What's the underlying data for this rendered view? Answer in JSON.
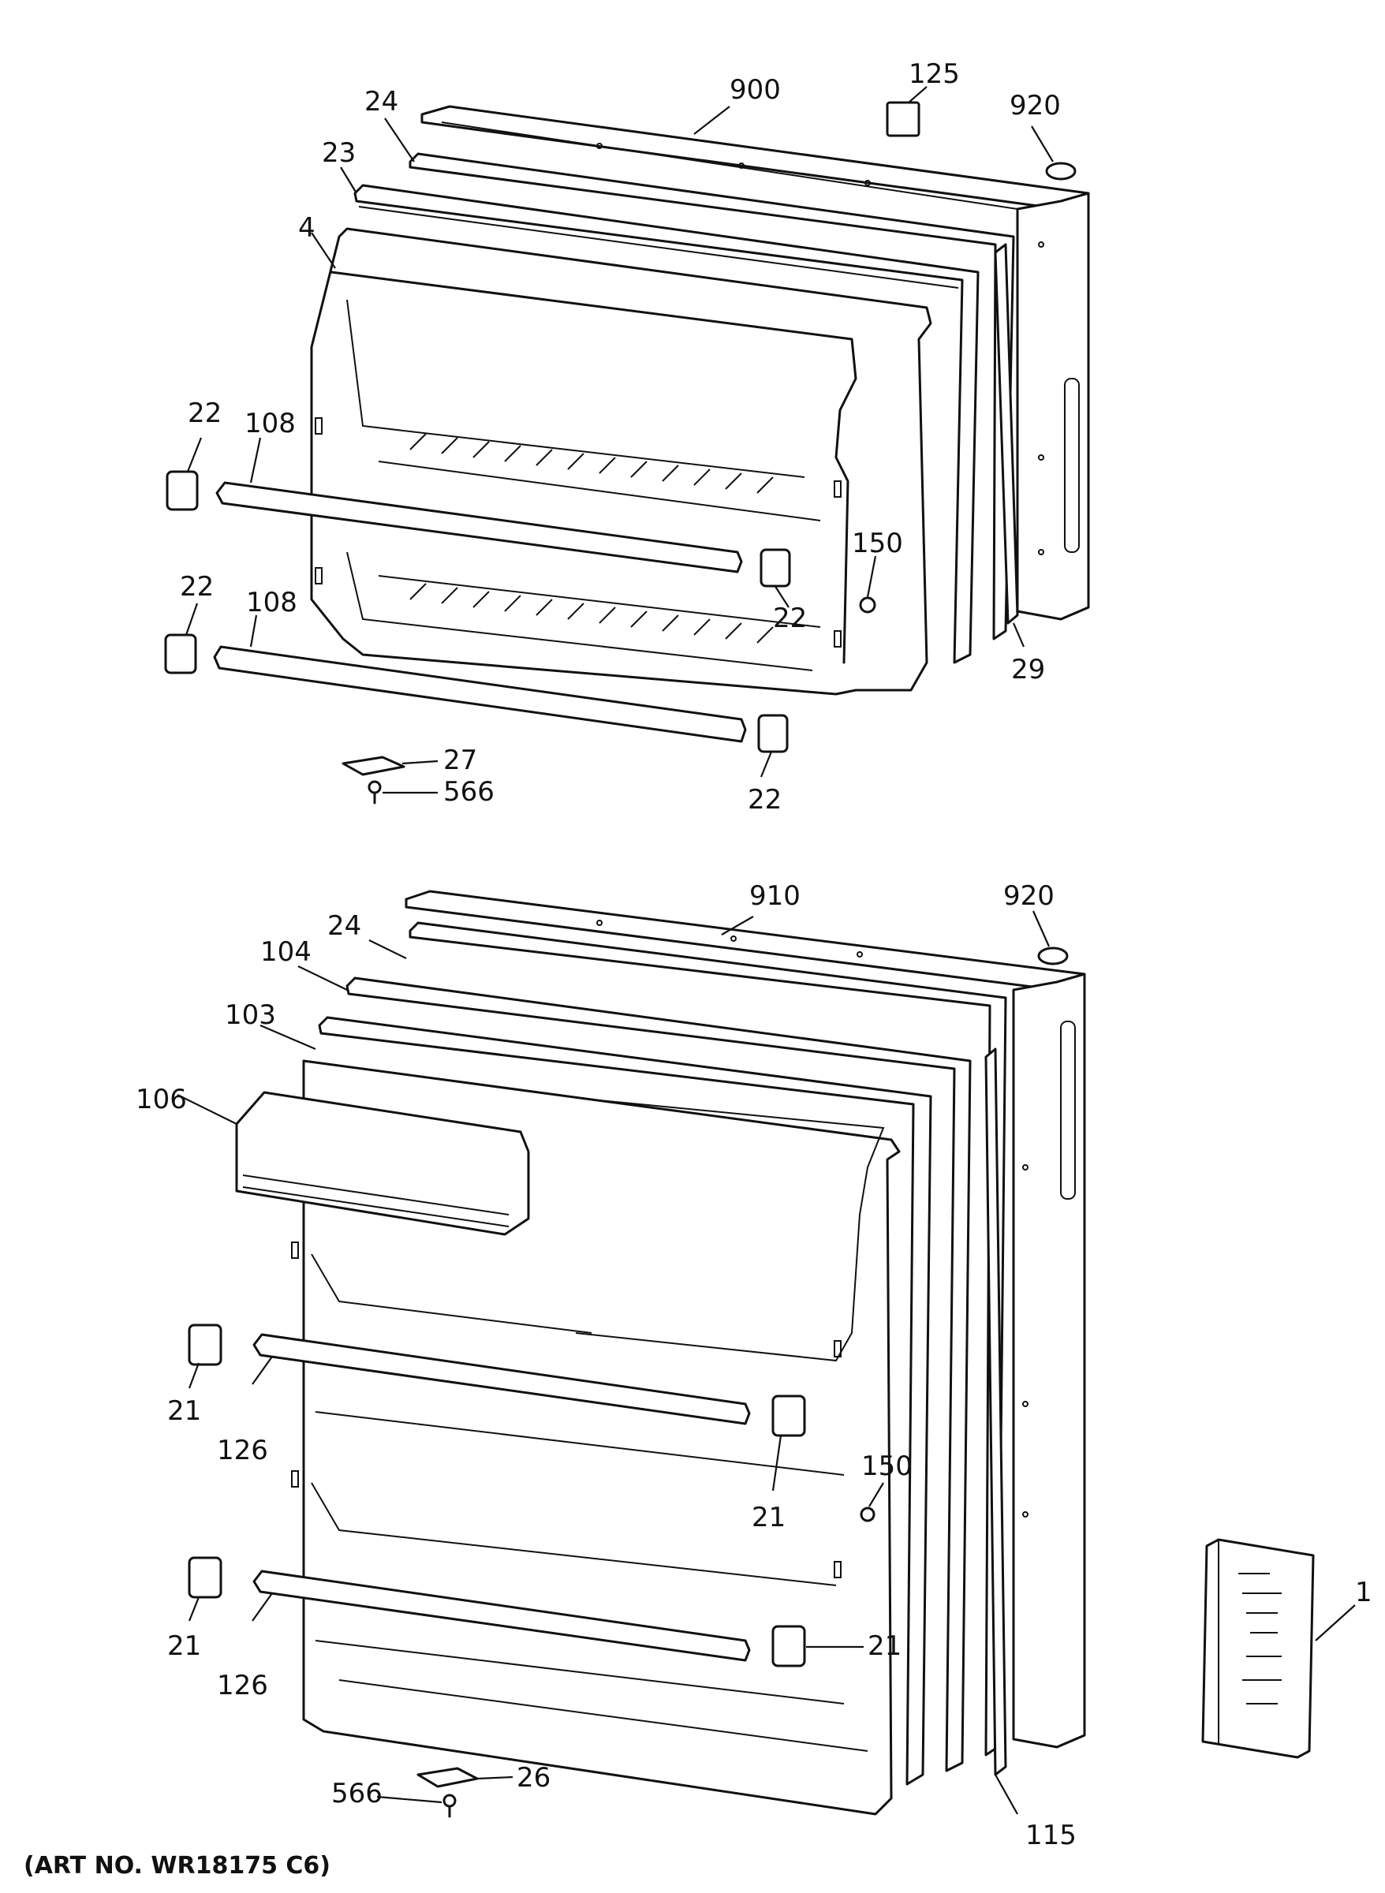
{
  "diagram": {
    "art_number": "(ART NO. WR18175 C6)",
    "freezer_door": {
      "callouts": {
        "outer_door": "900",
        "nameplate": "125",
        "hinge_plug_top": "920",
        "gasket": "24",
        "insulation": "23",
        "door_liner": "4",
        "shelf_rail_upper": "108",
        "shelf_rail_lower": "108",
        "rail_end_cap_left_upper": "22",
        "rail_end_cap_right_upper": "22",
        "rail_end_cap_left_lower": "22",
        "rail_end_cap_right_lower": "22",
        "door_stop": "150",
        "door_trim": "29",
        "hinge_plate": "27",
        "screw": "566"
      }
    },
    "fresh_food_door": {
      "callouts": {
        "outer_door": "910",
        "hinge_plug_top": "920",
        "gasket": "24",
        "breaker_strip": "104",
        "insulation": "103",
        "dairy_door": "106",
        "rail_end_cap_left_upper": "21",
        "shelf_rail_upper": "126",
        "rail_end_cap_right_upper": "21",
        "door_stop": "150",
        "rail_end_cap_left_lower": "21",
        "shelf_rail_lower": "126",
        "rail_end_cap_right_lower": "21",
        "door_trim": "115",
        "hinge_plate": "26",
        "screw": "566"
      }
    },
    "literature": {
      "callouts": {
        "manual": "1"
      }
    }
  }
}
